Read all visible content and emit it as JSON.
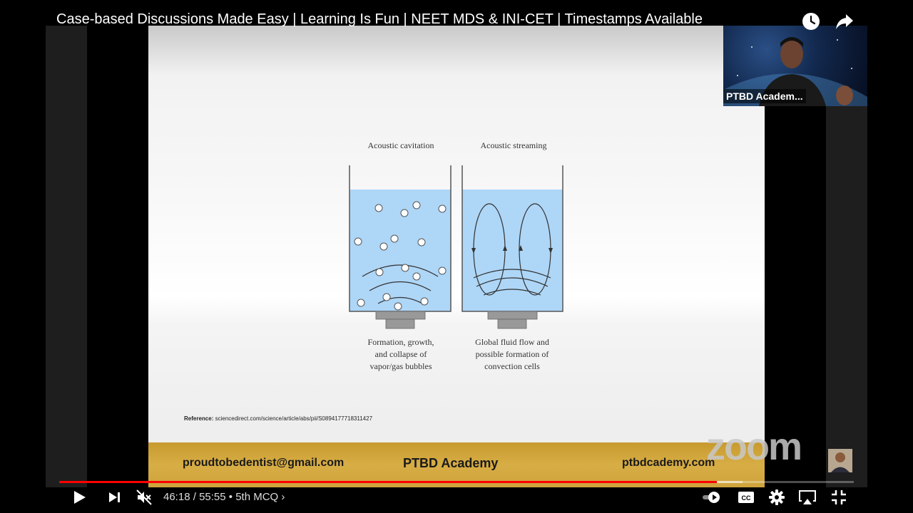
{
  "video": {
    "title": "Case-based Discussions Made Easy | Learning Is Fun | NEET MDS & INI-CET | Timestamps Available"
  },
  "slide": {
    "left_panel": {
      "title": "Acoustic cavitation",
      "description_lines": [
        "Formation, growth,",
        "and collapse of",
        "vapor/gas bubbles"
      ]
    },
    "right_panel": {
      "title": "Acoustic streaming",
      "description_lines": [
        "Global fluid flow and",
        "possible formation of",
        "convection cells"
      ]
    },
    "reference_label": "Reference:",
    "reference_text": "sciencedirect.com/science/article/abs/pii/S0894177718311427",
    "footer": {
      "email": "proudtobedentist@gmail.com",
      "brand": "PTBD Academy",
      "website": "ptbdcademy.com"
    },
    "watermark": "zoom",
    "colors": {
      "fluid": "#aed6f7",
      "footer_band": "#d1a43f"
    }
  },
  "webcam": {
    "label": "PTBD Academ..."
  },
  "player": {
    "current_time": "46:18",
    "duration": "55:55",
    "time_separator": " / ",
    "chapter": "5th MCQ",
    "chapter_prefix": " • ",
    "progress_fraction": 0.828,
    "buffer_fraction": 0.86,
    "accent_color": "#ff0000"
  }
}
